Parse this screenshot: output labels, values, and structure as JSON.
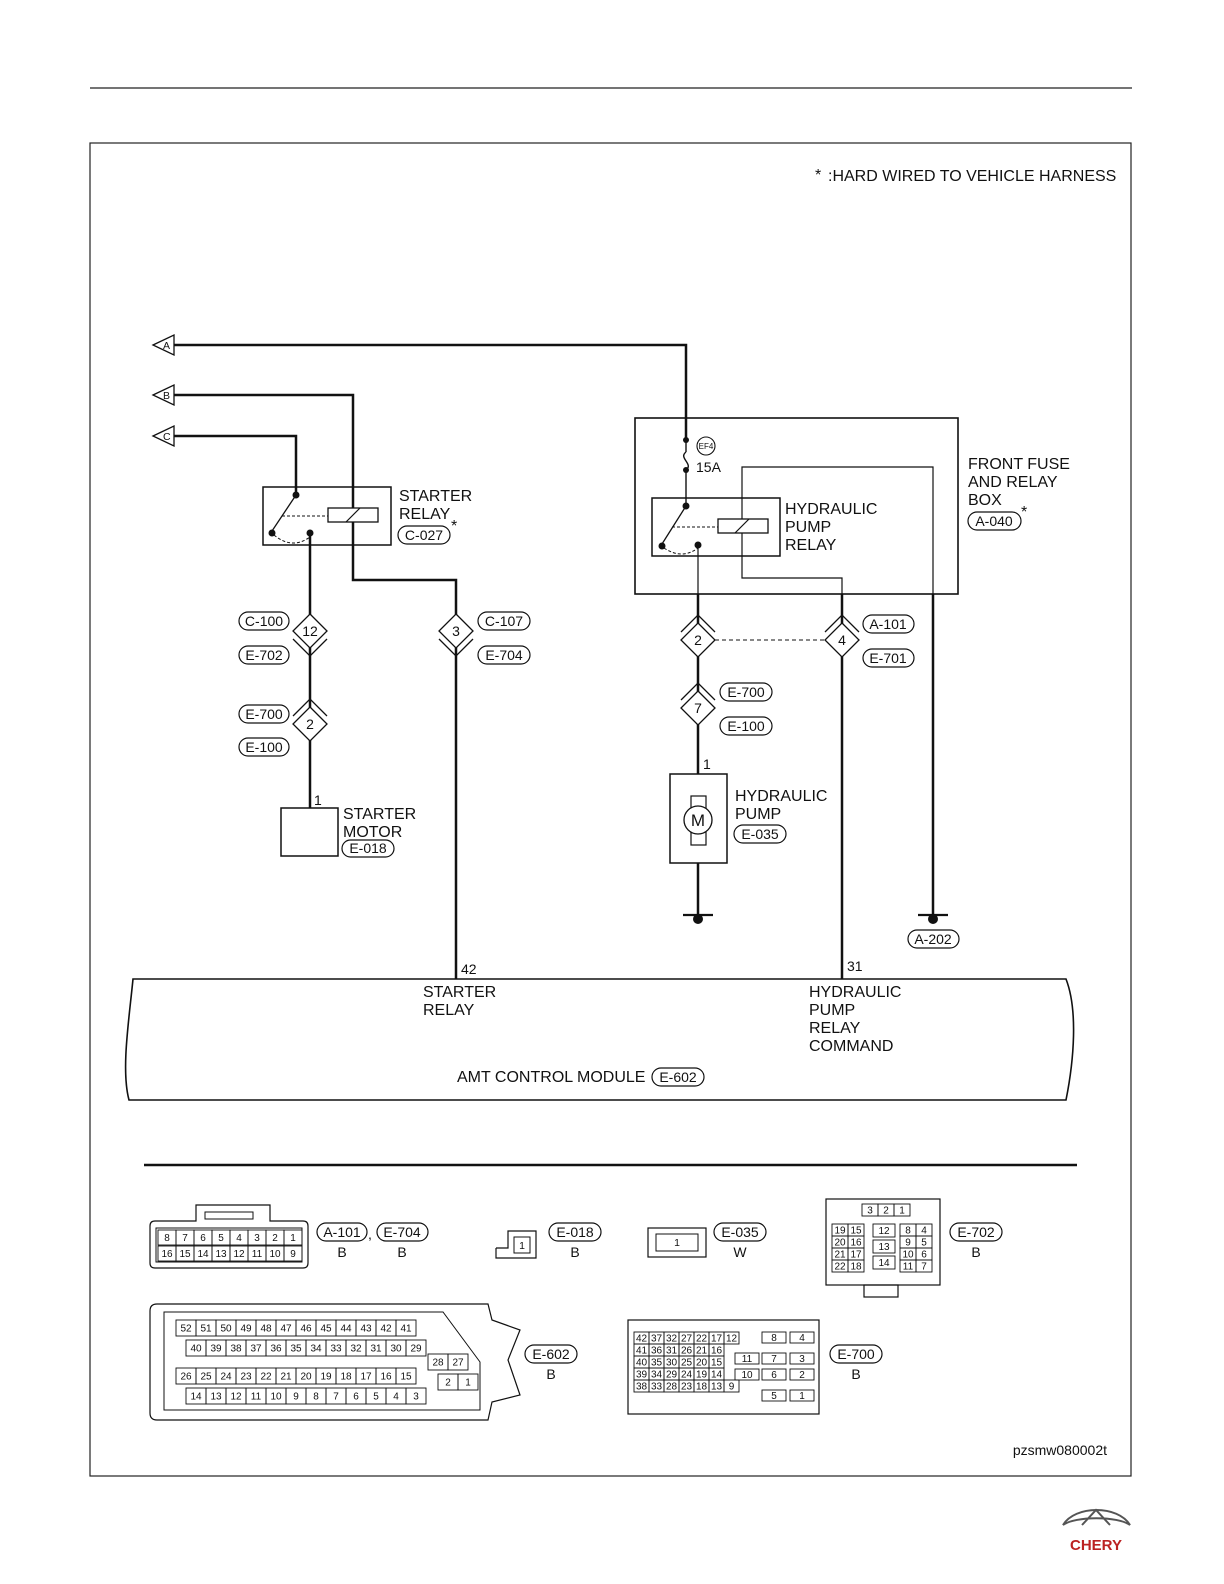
{
  "note": {
    "star": "*",
    "text": ":HARD WIRED TO VEHICLE HARNESS"
  },
  "inputs": [
    "A",
    "B",
    "C"
  ],
  "starter_relay": {
    "title": [
      "STARTER",
      "RELAY"
    ],
    "code": "C-027",
    "star": "*"
  },
  "fuse_box": {
    "title": [
      "FRONT FUSE",
      "AND RELAY",
      "BOX"
    ],
    "code": "A-040",
    "star": "*"
  },
  "fuse": {
    "id": "EF4",
    "rating": "15A"
  },
  "pump_relay": {
    "title": [
      "HYDRAULIC",
      "PUMP",
      "RELAY"
    ]
  },
  "connectors": {
    "c100": {
      "code": "C-100",
      "pin": "12"
    },
    "e702": {
      "code": "E-702"
    },
    "c107": {
      "code": "C-107",
      "pin": "3"
    },
    "e704": {
      "code": "E-704"
    },
    "e700a": {
      "code": "E-700",
      "pin": "2"
    },
    "e100a": {
      "code": "E-100"
    },
    "a101": {
      "code": "A-101",
      "pin": "4"
    },
    "e701": {
      "code": "E-701"
    },
    "relay_pin2": {
      "pin": "2"
    },
    "e700b": {
      "code": "E-700",
      "pin": "7"
    },
    "e100b": {
      "code": "E-100"
    }
  },
  "starter_motor": {
    "pin": "1",
    "title": [
      "STARTER",
      "MOTOR"
    ],
    "code": "E-018"
  },
  "hydraulic_pump": {
    "pin": "1",
    "symbol": "M",
    "title": [
      "HYDRAULIC",
      "PUMP"
    ],
    "code": "E-035"
  },
  "ground": {
    "code": "A-202"
  },
  "module": {
    "pin42": "42",
    "pin31": "31",
    "starter_label": [
      "STARTER",
      "RELAY"
    ],
    "pump_label": [
      "HYDRAULIC",
      "PUMP",
      "RELAY",
      "COMMAND"
    ],
    "name": "AMT CONTROL MODULE",
    "code": "E-602"
  },
  "legend": {
    "a101_e704": {
      "codes": [
        "A-101",
        "E-704"
      ],
      "sep": ",",
      "colors": [
        "B",
        "B"
      ],
      "top_pins": [
        "8",
        "7",
        "6",
        "5",
        "4",
        "3",
        "2",
        "1"
      ],
      "bottom_pins": [
        "16",
        "15",
        "14",
        "13",
        "12",
        "11",
        "10",
        "9"
      ]
    },
    "e018": {
      "code": "E-018",
      "color": "B",
      "pins": [
        "1"
      ]
    },
    "e035": {
      "code": "E-035",
      "color": "W",
      "pins": [
        "1"
      ]
    },
    "e702": {
      "code": "E-702",
      "color": "B",
      "top": [
        "3",
        "2",
        "1"
      ],
      "left": [
        "19",
        "15",
        "20",
        "16",
        "21",
        "17",
        "22",
        "18"
      ],
      "mid": [
        "12",
        "13",
        "14"
      ],
      "right": [
        "8",
        "4",
        "9",
        "5",
        "10",
        "6",
        "11",
        "7"
      ]
    },
    "e602": {
      "code": "E-602",
      "color": "B",
      "row1": [
        "52",
        "51",
        "50",
        "49",
        "48",
        "47",
        "46",
        "45",
        "44",
        "43",
        "42",
        "41"
      ],
      "row2": [
        "40",
        "39",
        "38",
        "37",
        "36",
        "35",
        "34",
        "33",
        "32",
        "31",
        "30",
        "29"
      ],
      "row3": [
        "26",
        "25",
        "24",
        "23",
        "22",
        "21",
        "20",
        "19",
        "18",
        "17",
        "16",
        "15"
      ],
      "row4": [
        "14",
        "13",
        "12",
        "11",
        "10",
        "9",
        "8",
        "7",
        "6",
        "5",
        "4",
        "3"
      ],
      "extra": [
        "28",
        "27",
        "2",
        "1"
      ]
    },
    "e700": {
      "code": "E-700",
      "color": "B",
      "left": [
        "42",
        "37",
        "32",
        "27",
        "22",
        "17",
        "12",
        "41",
        "36",
        "31",
        "26",
        "21",
        "16",
        "40",
        "35",
        "30",
        "25",
        "20",
        "15",
        "39",
        "34",
        "29",
        "24",
        "19",
        "14",
        "38",
        "33",
        "28",
        "23",
        "18",
        "13",
        "9"
      ],
      "right": [
        "8",
        "4",
        "11",
        "7",
        "3",
        "10",
        "6",
        "2",
        "5",
        "1"
      ]
    }
  },
  "footer": {
    "ref": "pzsmw080002t",
    "brand": "CHERY"
  }
}
